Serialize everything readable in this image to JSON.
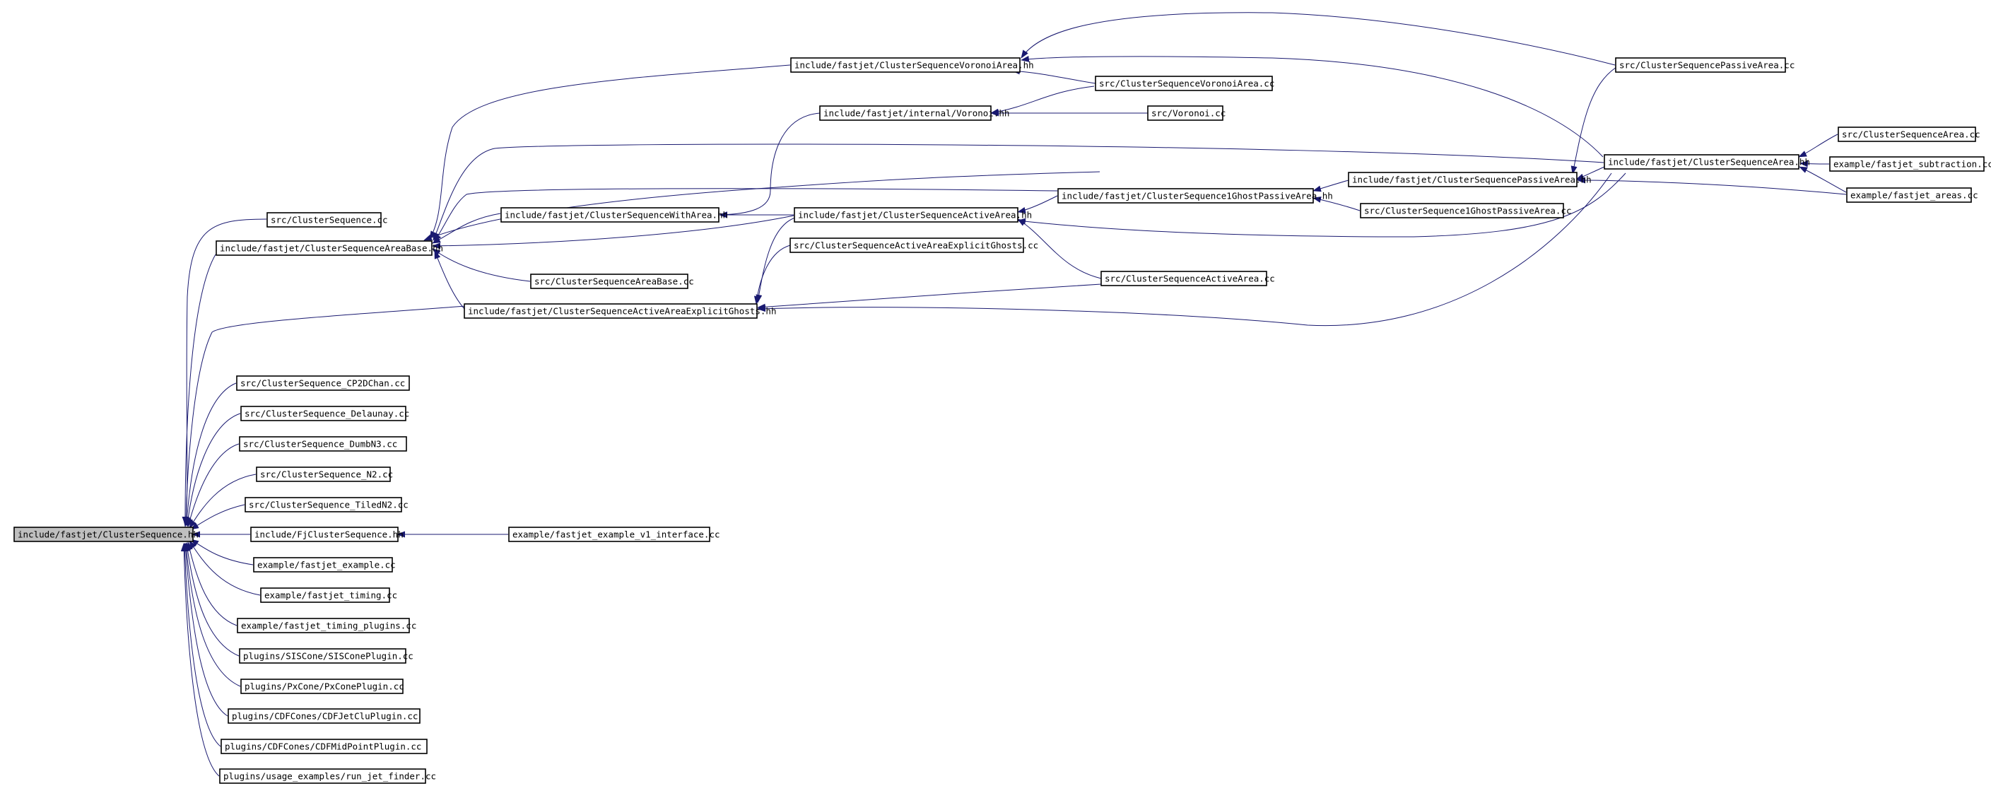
{
  "graph_title": "",
  "colors": {
    "edge": "#191970",
    "node_border": "#000000",
    "root_fill": "#bfbfbf",
    "node_fill": "#ffffff"
  },
  "nodes": {
    "root": "include/fastjet/ClusterSequence.hh",
    "cs_cc": "src/ClusterSequence.cc",
    "areabase_hh": "include/fastjet/ClusterSequenceAreaBase.hh",
    "voronoiarea_hh": "include/fastjet/ClusterSequenceVoronoiArea.hh",
    "voronoiarea_cc": "src/ClusterSequenceVoronoiArea.cc",
    "internal_voronoi_hh": "include/fastjet/internal/Voronoi.hh",
    "voronoi_cc": "src/Voronoi.cc",
    "passivearea_cc": "src/ClusterSequencePassiveArea.cc",
    "area_hh": "include/fastjet/ClusterSequenceArea.hh",
    "area_cc": "src/ClusterSequenceArea.cc",
    "subtraction_cc": "example/fastjet_subtraction.cc",
    "areas_cc": "example/fastjet_areas.cc",
    "passivearea_hh": "include/fastjet/ClusterSequencePassiveArea.hh",
    "ghostpassive_hh": "include/fastjet/ClusterSequence1GhostPassiveArea.hh",
    "ghostpassive_cc": "src/ClusterSequence1GhostPassiveArea.cc",
    "witharea_hh": "include/fastjet/ClusterSequenceWithArea.hh",
    "activearea_hh": "include/fastjet/ClusterSequenceActiveArea.hh",
    "activeexplicit_cc": "src/ClusterSequenceActiveAreaExplicitGhosts.cc",
    "areabase_cc": "src/ClusterSequenceAreaBase.cc",
    "activearea_cc": "src/ClusterSequenceActiveArea.cc",
    "activeexplicit_hh": "include/fastjet/ClusterSequenceActiveAreaExplicitGhosts.hh",
    "cp2dchan_cc": "src/ClusterSequence_CP2DChan.cc",
    "delaunay_cc": "src/ClusterSequence_Delaunay.cc",
    "dumbn3_cc": "src/ClusterSequence_DumbN3.cc",
    "n2_cc": "src/ClusterSequence_N2.cc",
    "tiledn2_cc": "src/ClusterSequence_TiledN2.cc",
    "fjcs_hh": "include/FjClusterSequence.hh",
    "v1_interface_cc": "example/fastjet_example_v1_interface.cc",
    "example_cc": "example/fastjet_example.cc",
    "timing_cc": "example/fastjet_timing.cc",
    "timing_plugins_cc": "example/fastjet_timing_plugins.cc",
    "siscone_cc": "plugins/SISCone/SISConePlugin.cc",
    "pxcone_cc": "plugins/PxCone/PxConePlugin.cc",
    "cdfjetclu_cc": "plugins/CDFCones/CDFJetCluPlugin.cc",
    "cdfmidpoint_cc": "plugins/CDFCones/CDFMidPointPlugin.cc",
    "run_jet_finder_cc": "plugins/usage_examples/run_jet_finder.cc"
  }
}
